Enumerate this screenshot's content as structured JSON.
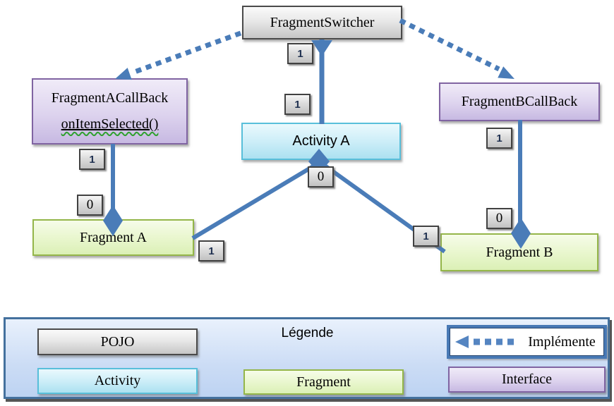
{
  "diagram": {
    "nodes": {
      "fragment_switcher": "FragmentSwitcher",
      "fragment_a_callback_title": "FragmentACallBack",
      "fragment_a_callback_method": "onItemSelected()",
      "fragment_b_callback": "FragmentBCallBack",
      "activity_a": "Activity A",
      "fragment_a": "Fragment A",
      "fragment_b": "Fragment B"
    },
    "connector_labels": [
      "1",
      "1",
      "1",
      "0",
      "0",
      "1",
      "1",
      "0",
      "1"
    ]
  },
  "legend": {
    "title": "Légende",
    "pojo": "POJO",
    "activity": "Activity",
    "fragment": "Fragment",
    "interface": "Interface",
    "implements": "Implémente"
  },
  "colors": {
    "connector_blue": "#4A7CB8",
    "pojo_gray_fill": "#D9D9D9",
    "activity_cyan_fill": "#C6EBF5",
    "activity_cyan_border": "#58BFDA",
    "fragment_green_fill": "#E2F3C1",
    "fragment_green_border": "#94B649",
    "interface_purple_fill": "#D5C9E8",
    "interface_purple_border": "#8064A2",
    "legend_panel_fill": "#CFDFF6",
    "legend_panel_border": "#44719E",
    "spellcheck_wave_green": "#2FA12F"
  }
}
